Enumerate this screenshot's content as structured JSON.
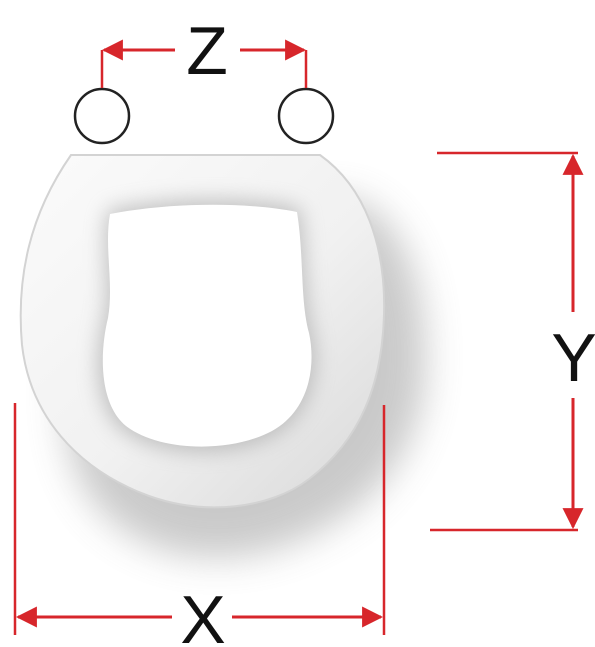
{
  "diagram": {
    "labels": {
      "z": "Z",
      "y": "Y",
      "x": "X"
    },
    "colors": {
      "dimension": "#d7262b",
      "seat": "#f1f1f1",
      "seat_shadow": "#8a8a8a",
      "hinge": "#222222",
      "text": "#111111"
    }
  }
}
